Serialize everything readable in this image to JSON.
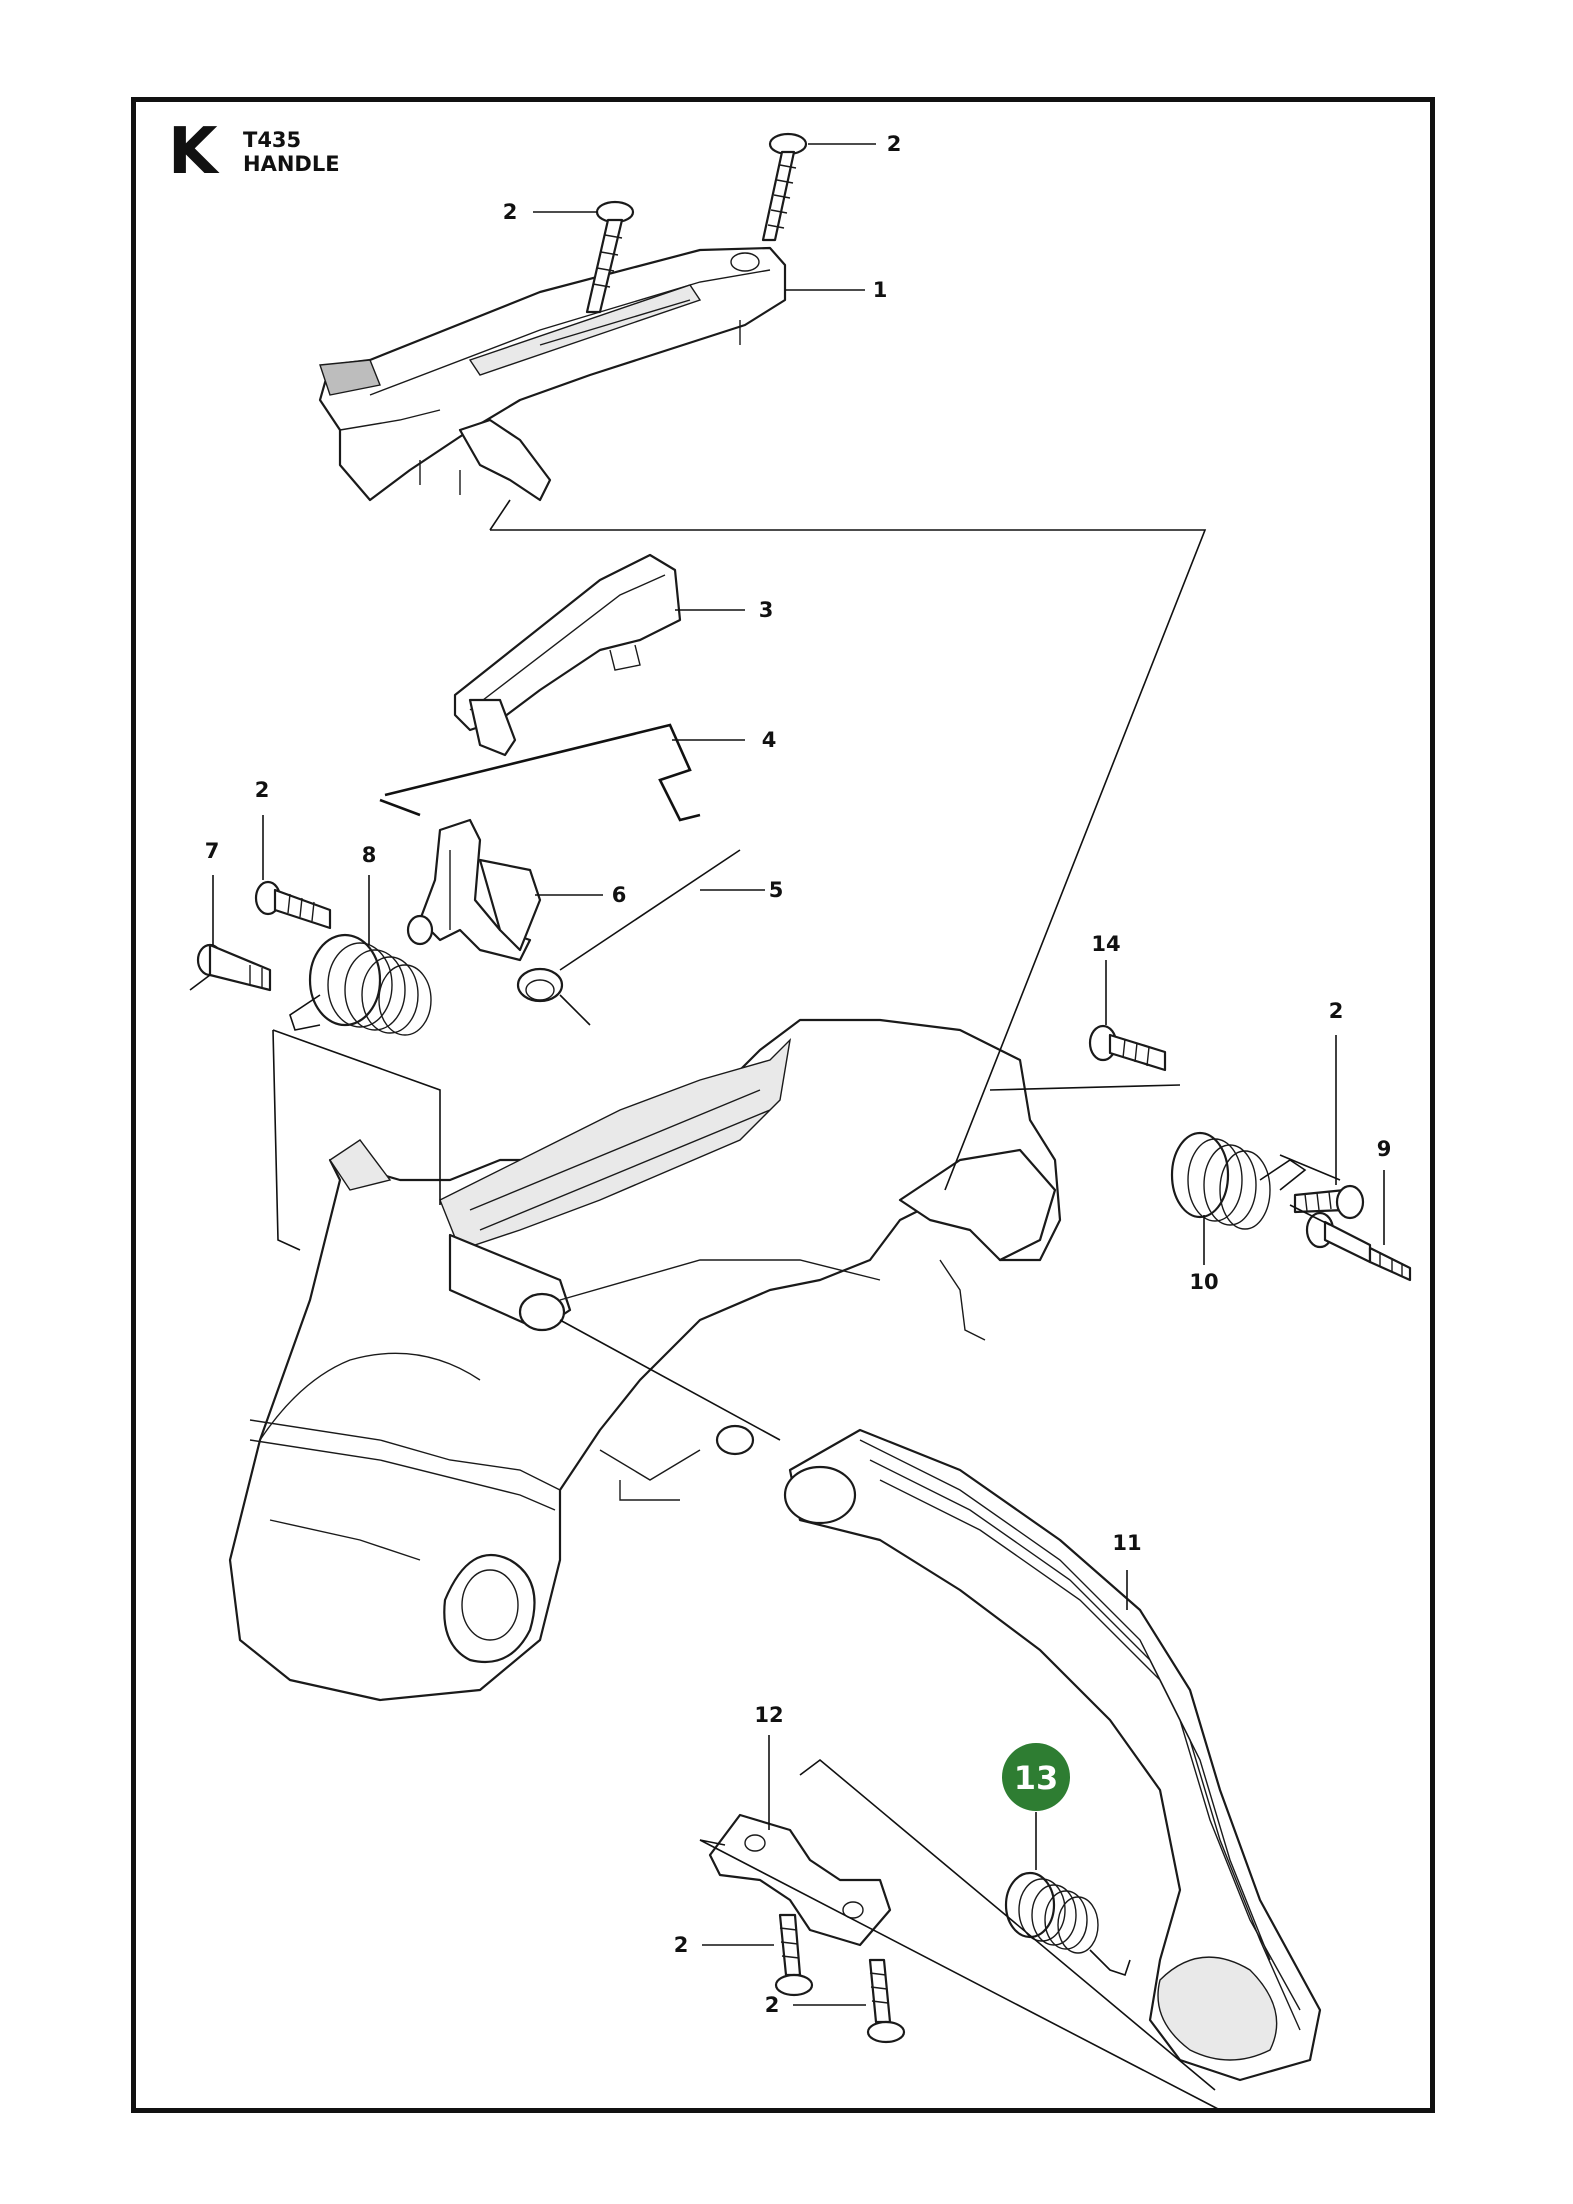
{
  "header": {
    "section_letter": "K",
    "model": "T435",
    "title": "HANDLE"
  },
  "highlight": {
    "part": "13",
    "color": "#2e7d32"
  },
  "callouts": [
    {
      "id": "c-2-top",
      "label": "2"
    },
    {
      "id": "c-2-left",
      "label": "2"
    },
    {
      "id": "c-1",
      "label": "1"
    },
    {
      "id": "c-3",
      "label": "3"
    },
    {
      "id": "c-4",
      "label": "4"
    },
    {
      "id": "c-2-mid",
      "label": "2"
    },
    {
      "id": "c-7",
      "label": "7"
    },
    {
      "id": "c-8",
      "label": "8"
    },
    {
      "id": "c-6",
      "label": "6"
    },
    {
      "id": "c-5",
      "label": "5"
    },
    {
      "id": "c-14",
      "label": "14"
    },
    {
      "id": "c-2-right",
      "label": "2"
    },
    {
      "id": "c-9",
      "label": "9"
    },
    {
      "id": "c-10",
      "label": "10"
    },
    {
      "id": "c-11",
      "label": "11"
    },
    {
      "id": "c-12",
      "label": "12"
    },
    {
      "id": "c-2-bl1",
      "label": "2"
    },
    {
      "id": "c-2-bl2",
      "label": "2"
    }
  ]
}
